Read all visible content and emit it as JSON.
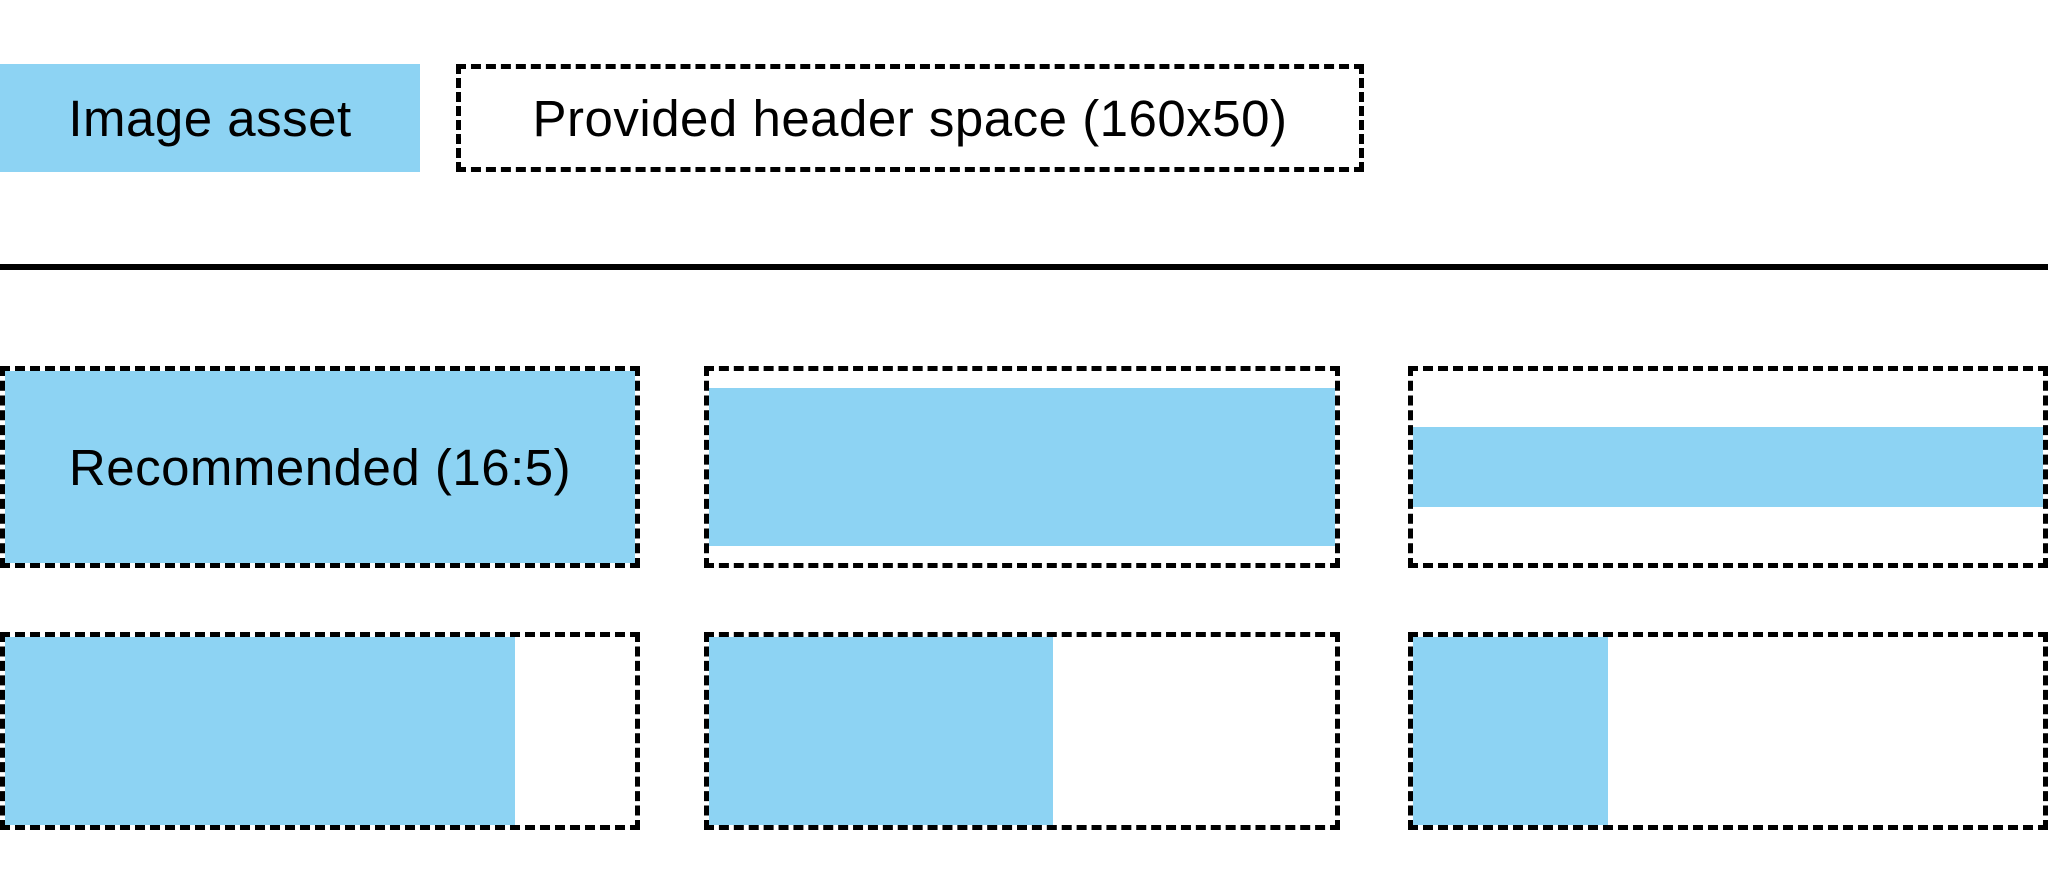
{
  "colors": {
    "asset_blue": "#8DD3F3",
    "line_black": "#000000",
    "background": "#FFFFFF"
  },
  "legend": {
    "image_asset": {
      "label": "Image asset"
    },
    "header_space": {
      "label": "Provided header space (160x50)"
    }
  },
  "examples": {
    "rows": [
      {
        "items": [
          {
            "label": "Recommended (16:5)",
            "fill": {
              "width_pct": 100,
              "height_pct": 100,
              "h_align": "center"
            }
          },
          {
            "fill": {
              "width_pct": 100,
              "height_pct": 82,
              "h_align": "center"
            }
          },
          {
            "fill": {
              "width_pct": 100,
              "height_pct": 42,
              "h_align": "center"
            }
          }
        ]
      },
      {
        "items": [
          {
            "fill": {
              "width_pct": 81,
              "height_pct": 100,
              "h_align": "left"
            }
          },
          {
            "fill": {
              "width_pct": 55,
              "height_pct": 100,
              "h_align": "left"
            }
          },
          {
            "fill": {
              "width_pct": 31,
              "height_pct": 100,
              "h_align": "left"
            }
          }
        ]
      }
    ]
  }
}
